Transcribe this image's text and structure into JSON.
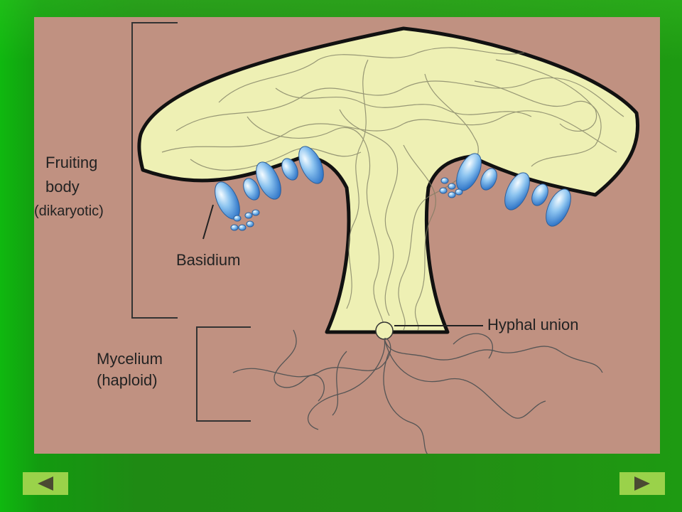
{
  "labels": {
    "fruiting_body_line1": "Fruiting",
    "fruiting_body_line2": "body",
    "fruiting_body_line3": "(dikaryotic)",
    "basidium": "Basidium",
    "hyphal_union": "Hyphal union",
    "mycelium_line1": "Mycelium",
    "mycelium_line2": "(haploid)"
  },
  "icons": {
    "prev": "triangle-left-icon",
    "next": "triangle-right-icon"
  },
  "colors": {
    "slide_bg": "#c09181",
    "mushroom_fill": "#eef0b4",
    "basidium_blue": "#3d8fd8",
    "nav_button": "#9ad24a"
  }
}
